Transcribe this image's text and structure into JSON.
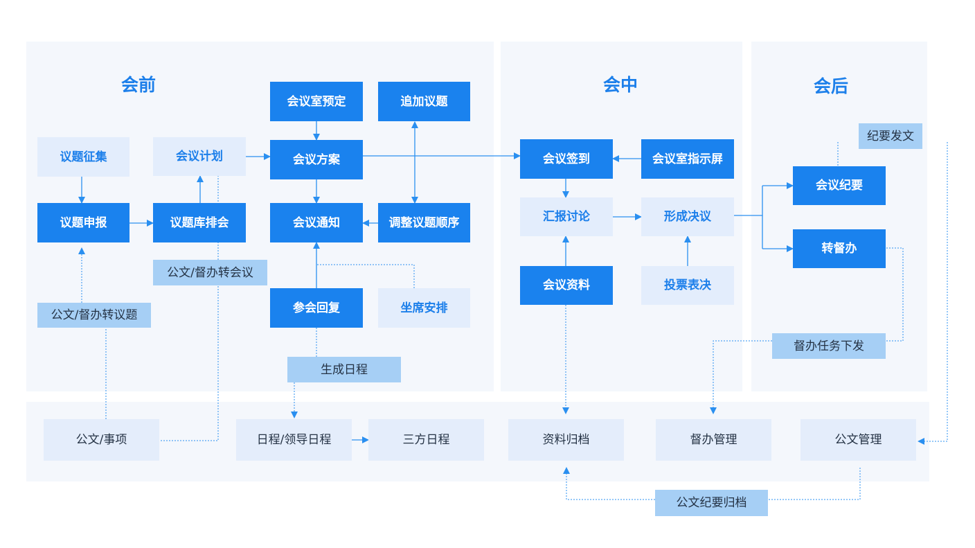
{
  "colors": {
    "primary": "#1a82ee",
    "primary_text": "#ffffff",
    "light_box": "#e3edfc",
    "light_box_text": "#1c7fea",
    "label_box": "#a6cff5",
    "archive_box": "#e4edfb",
    "panel_bg": "#f4f7fc",
    "line": "#2a8ff0"
  },
  "sections": {
    "pre": "会前",
    "during": "会中",
    "post": "会后"
  },
  "pre": {
    "topic_collect": "议题征集",
    "topic_apply": "议题申报",
    "meeting_plan": "会议计划",
    "topic_schedule": "议题库排会",
    "room_booking": "会议室预定",
    "add_topic": "追加议题",
    "meeting_scheme": "会议方案",
    "meeting_notice": "会议通知",
    "adjust_order": "调整议题顺序",
    "attend_reply": "参会回复",
    "seat_arrange": "坐席安排",
    "doc_to_meeting": "公文/督办转会议",
    "doc_to_topic": "公文/督办转议题",
    "gen_schedule": "生成日程"
  },
  "during": {
    "sign_in": "会议签到",
    "room_screen": "会议室指示屏",
    "report_discuss": "汇报讨论",
    "form_resolution": "形成决议",
    "materials": "会议资料",
    "vote": "投票表决"
  },
  "post": {
    "minutes_publish": "纪要发文",
    "minutes": "会议纪要",
    "to_supervise": "转督办",
    "task_assign": "督办任务下发"
  },
  "bottom": {
    "doc_item": "公文/事项",
    "leader_schedule": "日程/领导日程",
    "tripartite_schedule": "三方日程",
    "material_archive": "资料归档",
    "supervise_mgmt": "督办管理",
    "doc_mgmt": "公文管理",
    "minutes_archive": "公文纪要归档"
  }
}
